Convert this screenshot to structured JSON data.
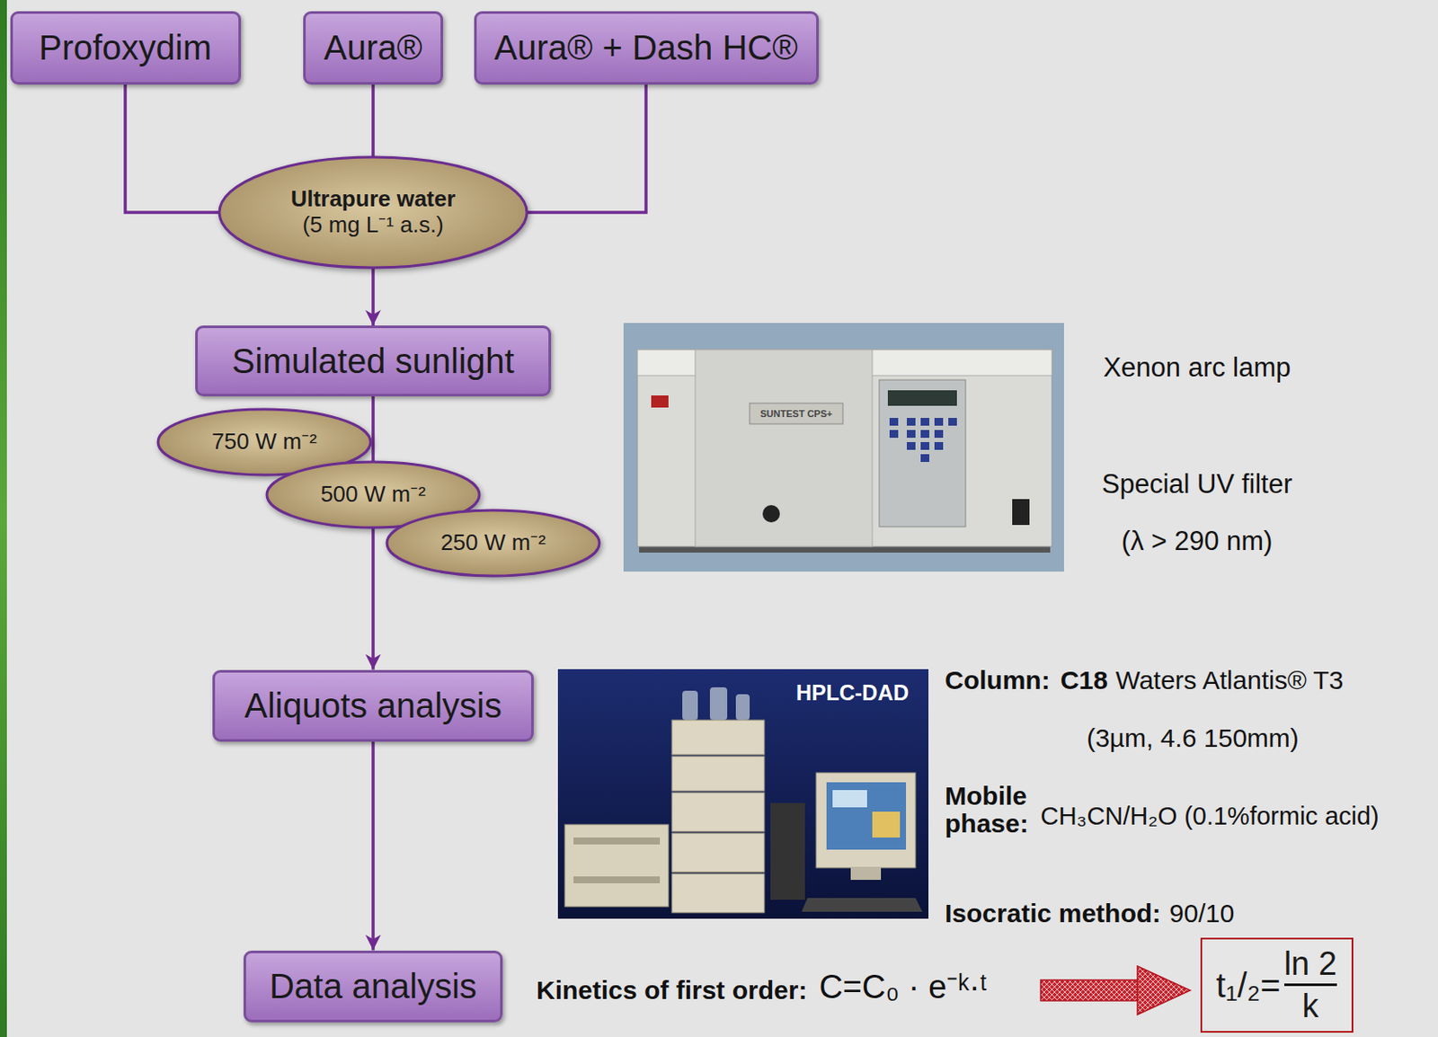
{
  "diagram": {
    "nodes": [
      {
        "text": [
          "Profoxydim"
        ]
      },
      {
        "text": [
          "Aura®"
        ]
      },
      {
        "text": [
          "Aura® + Dash HC®"
        ]
      },
      {
        "text": [
          "Ultrapure water",
          "(5 mg L⁻¹ a.s.)"
        ]
      },
      {
        "text": [
          "Simulated sunlight"
        ]
      },
      {
        "text": [
          "750 W m⁻²"
        ]
      },
      {
        "text": [
          "500 W m⁻²"
        ]
      },
      {
        "text": [
          "250 W m⁻²"
        ]
      },
      {
        "text": [
          "Aliquots analysis"
        ]
      },
      {
        "text": [
          "Data analysis"
        ]
      },
      {
        "text": [
          "t₁/₂=",
          "ln 2",
          "k"
        ]
      }
    ],
    "edges": [
      {
        "from": 0,
        "to": 3,
        "arrow": "none"
      },
      {
        "from": 1,
        "to": 3,
        "arrow": "none"
      },
      {
        "from": 2,
        "to": 3,
        "arrow": "none"
      },
      {
        "from": 3,
        "to": 4,
        "arrow": "to"
      },
      {
        "from": 4,
        "to": 8,
        "arrow": "to"
      },
      {
        "from": 8,
        "to": 9,
        "arrow": "to"
      }
    ],
    "labels": [
      "SUNTEST CPS+",
      "Xenon arc lamp",
      "Special UV filter",
      "(λ > 290 nm)",
      "HPLC-DAD",
      "Column:",
      "C18",
      "Waters Atlantis® T3",
      "(3µm, 4.6 150mm)",
      "Mobile phase:",
      "CH₃CN/H₂O (0.1%formic acid)",
      "Isocratic method:",
      "90/10",
      "Kinetics of first order:",
      "C=C₀ · e⁻ᵏ·ᵗ"
    ]
  }
}
